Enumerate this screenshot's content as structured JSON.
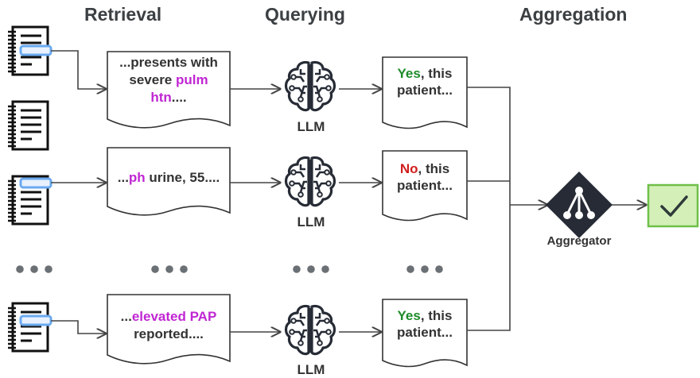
{
  "headers": {
    "retrieval": "Retrieval",
    "querying": "Querying",
    "aggregation": "Aggregation"
  },
  "snippets": [
    {
      "line1": "...presents with",
      "line2_plain": "severe ",
      "line2_highlight": "pulm",
      "line3_highlight": "htn",
      "line3_plain": "...."
    },
    {
      "prefix": "...",
      "highlight": "ph",
      "suffix": " urine, 55...."
    },
    {
      "prefix": "...",
      "highlight": "elevated PAP",
      "line2": "reported...."
    }
  ],
  "answers": [
    {
      "keyword": "Yes",
      "rest": ", this",
      "line2": "patient..."
    },
    {
      "keyword": "No",
      "rest": ", this",
      "line2": "patient..."
    },
    {
      "keyword": "Yes",
      "rest": ", this",
      "line2": "patient..."
    }
  ],
  "llm_labels": [
    "LLM",
    "LLM",
    "LLM"
  ],
  "aggregator_label": "Aggregator",
  "colors": {
    "highlight": "#c026d3",
    "yes": "#1e8c2a",
    "no": "#d11e1e",
    "check_fill": "#d4f0b8",
    "check_stroke": "#6fbf4a",
    "retrieval_box": "#6aa9f0",
    "dark": "#262b35"
  },
  "icons": [
    "document-icon",
    "brain-chip-icon",
    "aggregator-icon",
    "check-icon",
    "ellipsis-icon"
  ]
}
